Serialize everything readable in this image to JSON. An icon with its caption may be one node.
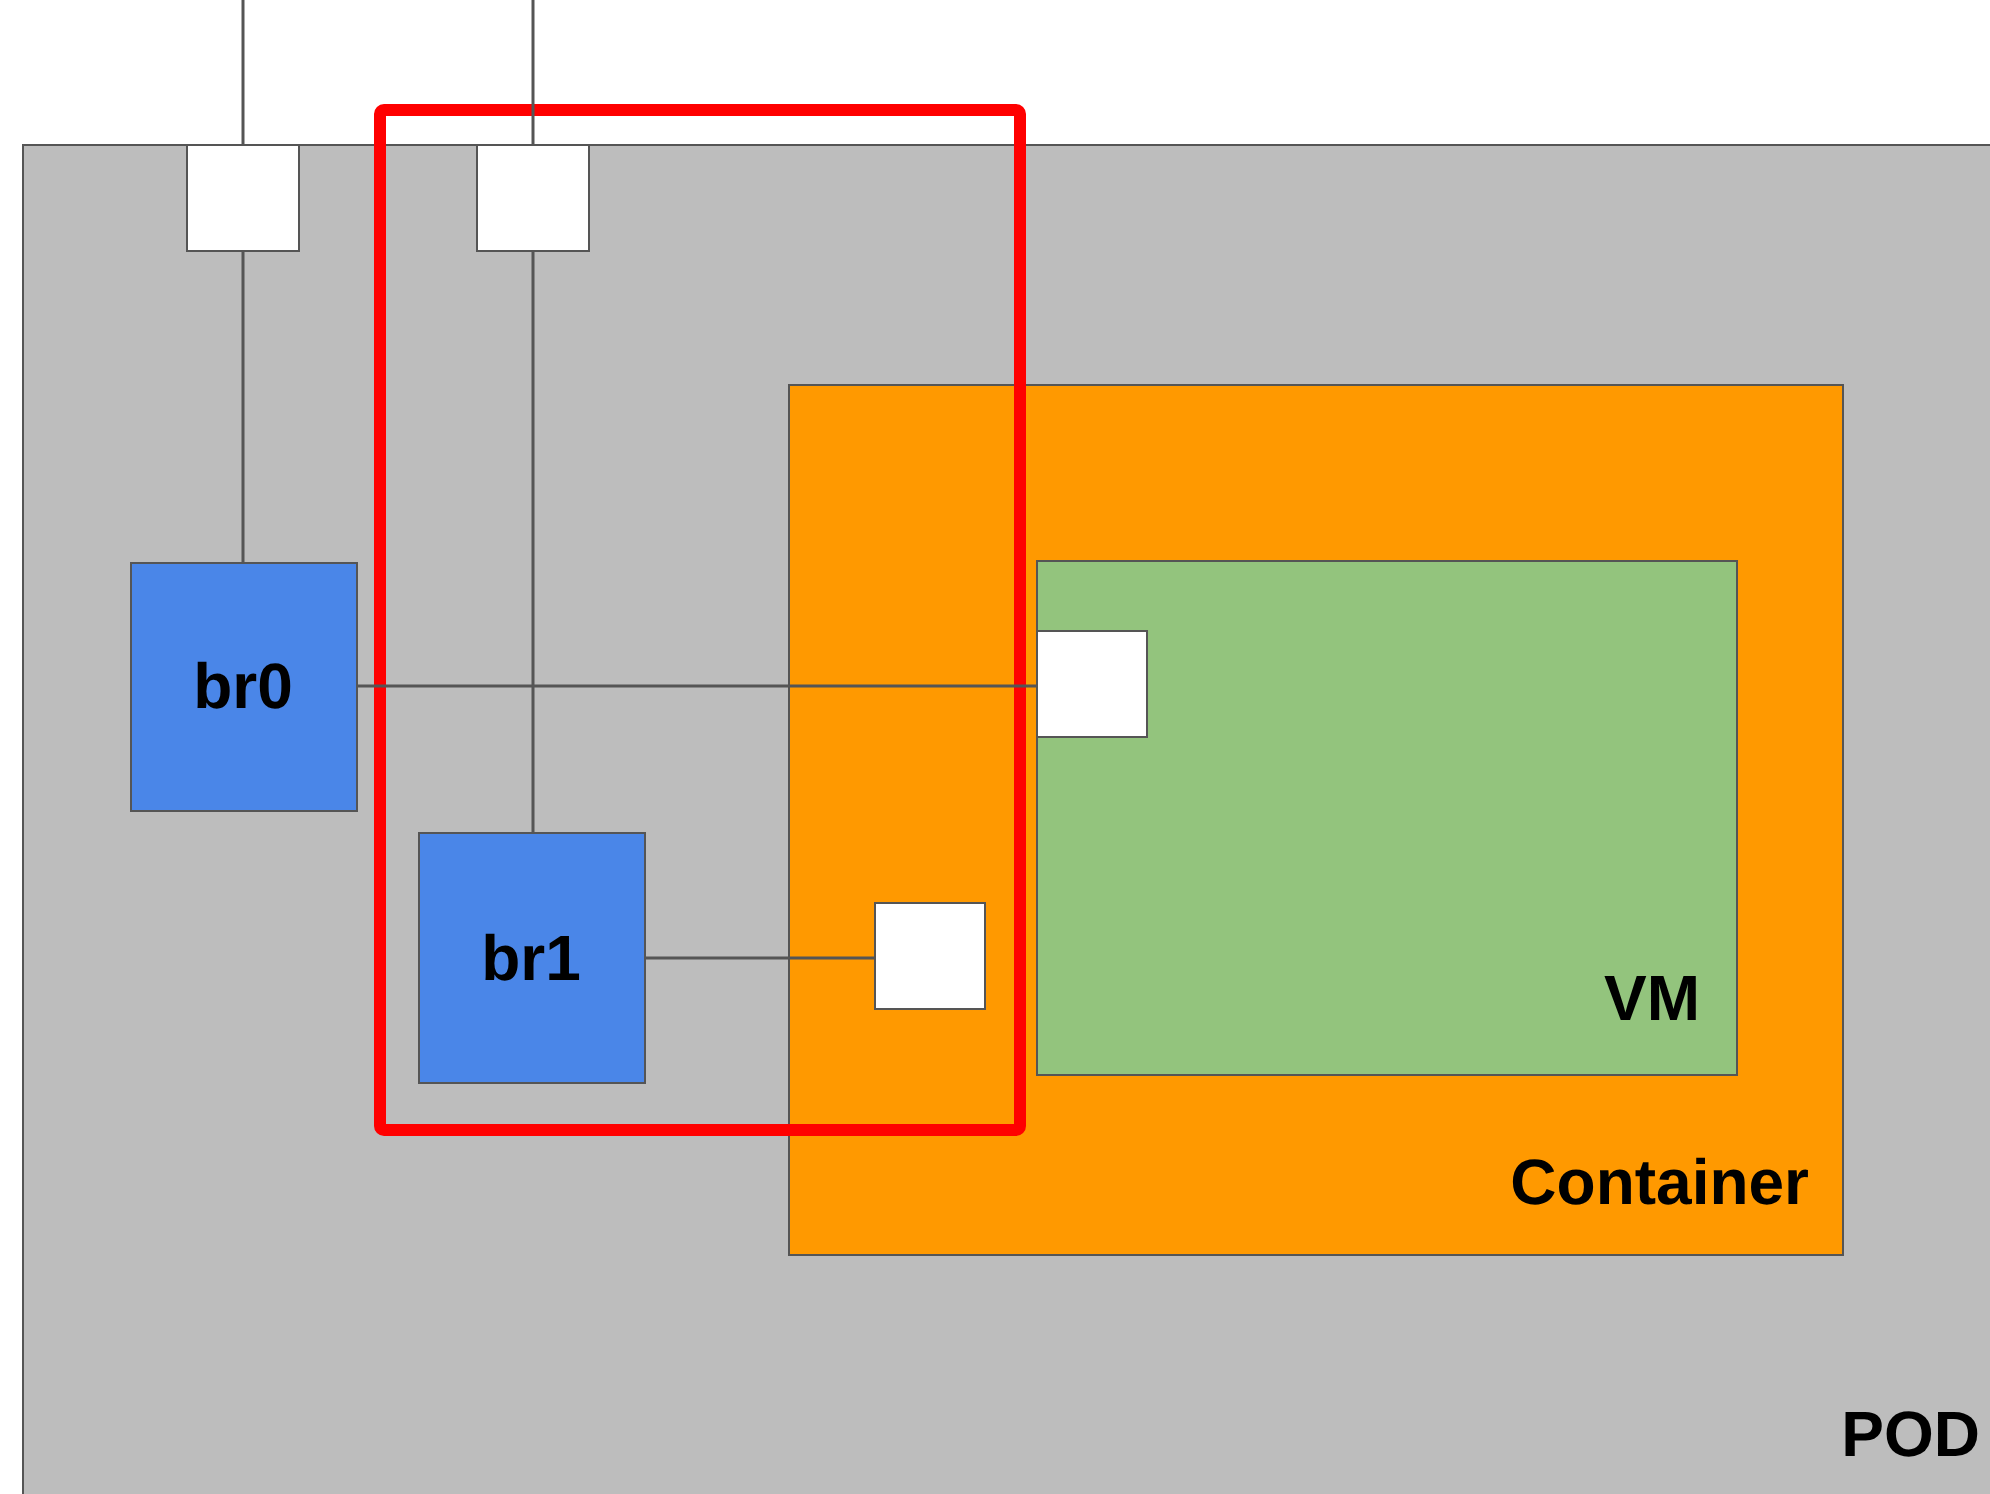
{
  "diagram": {
    "nodes": [
      {
        "text": [
          "POD"
        ]
      },
      {
        "text": [
          "Container"
        ],
        "in": 0
      },
      {
        "text": [
          "VM"
        ],
        "in": 1
      },
      {
        "text": [
          "br0"
        ],
        "in": 0
      },
      {
        "text": [
          "br1"
        ],
        "in": 0
      },
      {
        "text": [],
        "shape": "box",
        "in": 0
      },
      {
        "text": [],
        "shape": "box",
        "in": 0
      },
      {
        "text": [],
        "shape": "box",
        "in": 2
      },
      {
        "text": [],
        "shape": "box",
        "in": 1
      }
    ],
    "edges": [
      {
        "from": null,
        "to": 5,
        "arrow": "none"
      },
      {
        "from": null,
        "to": 6,
        "arrow": "none"
      },
      {
        "from": 5,
        "to": 3,
        "arrow": "none"
      },
      {
        "from": 6,
        "to": 4,
        "arrow": "none"
      },
      {
        "from": 3,
        "to": 7,
        "arrow": "none"
      },
      {
        "from": 4,
        "to": 8,
        "arrow": "none"
      }
    ]
  }
}
